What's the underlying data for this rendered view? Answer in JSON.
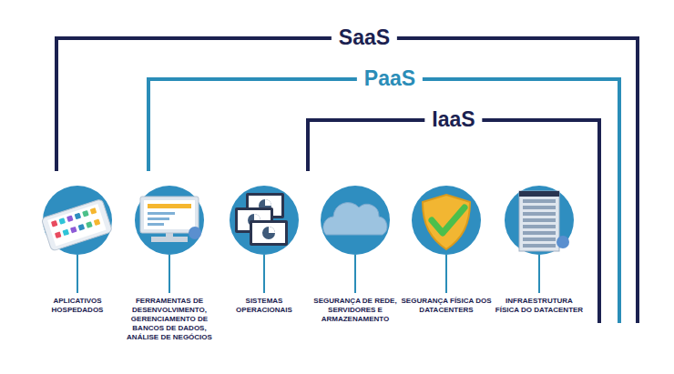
{
  "diagram": {
    "nodes": [
      {
        "text": [
          "APLICATIVOS HOSPEDADOS"
        ]
      },
      {
        "text": [
          "FERRAMENTAS DE DESENVOLVIMENTO, GERENCIAMENTO DE BANCOS DE DADOS, ANÁLISE DE NEGÓCIOS"
        ]
      },
      {
        "text": [
          "SISTEMAS OPERACIONAIS"
        ]
      },
      {
        "text": [
          "SEGURANÇA DE REDE, SERVIDORES E ARMAZENAMENTO"
        ]
      },
      {
        "text": [
          "SEGURANÇA FÍSICA DOS DATACENTERS"
        ]
      },
      {
        "text": [
          "INFRAESTRUTURA FÍSICA DO DATACENTER"
        ]
      }
    ],
    "labels": [
      "SaaS",
      "PaaS",
      "IaaS"
    ]
  }
}
